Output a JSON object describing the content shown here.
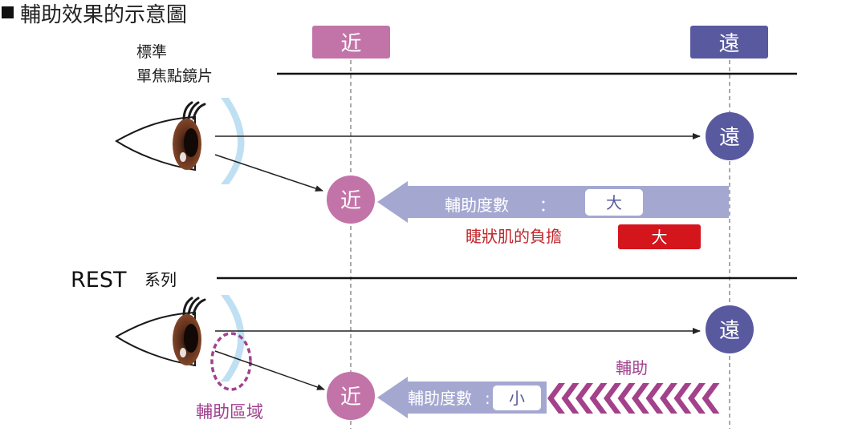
{
  "header": {
    "title": "輔助效果的示意圖"
  },
  "columns": {
    "near": "近",
    "far": "遠"
  },
  "standard": {
    "label_line1": "標準",
    "label_line2": "單焦點鏡片",
    "near": "近",
    "far": "遠",
    "assist_label": "輔助度數",
    "colon": "：",
    "assist_value": "大",
    "burden_label": "睫狀肌的負擔",
    "burden_value": "大"
  },
  "rest": {
    "label_main": "REST",
    "label_sub": "系列",
    "near": "近",
    "far": "遠",
    "assist_label": "輔助度數",
    "colon": ":",
    "assist_value": "小",
    "assist_arrow_label": "輔助",
    "zone_label": "輔助區域"
  },
  "colors": {
    "near": "#c274a8",
    "far": "#59599f",
    "arrow_band": "#a4a8d1",
    "chevron": "#a3418a",
    "burden_red": "#d4151c",
    "burden_text": "#c0262b",
    "lens": "#bfe0f2",
    "zone_text": "#a0428f"
  }
}
